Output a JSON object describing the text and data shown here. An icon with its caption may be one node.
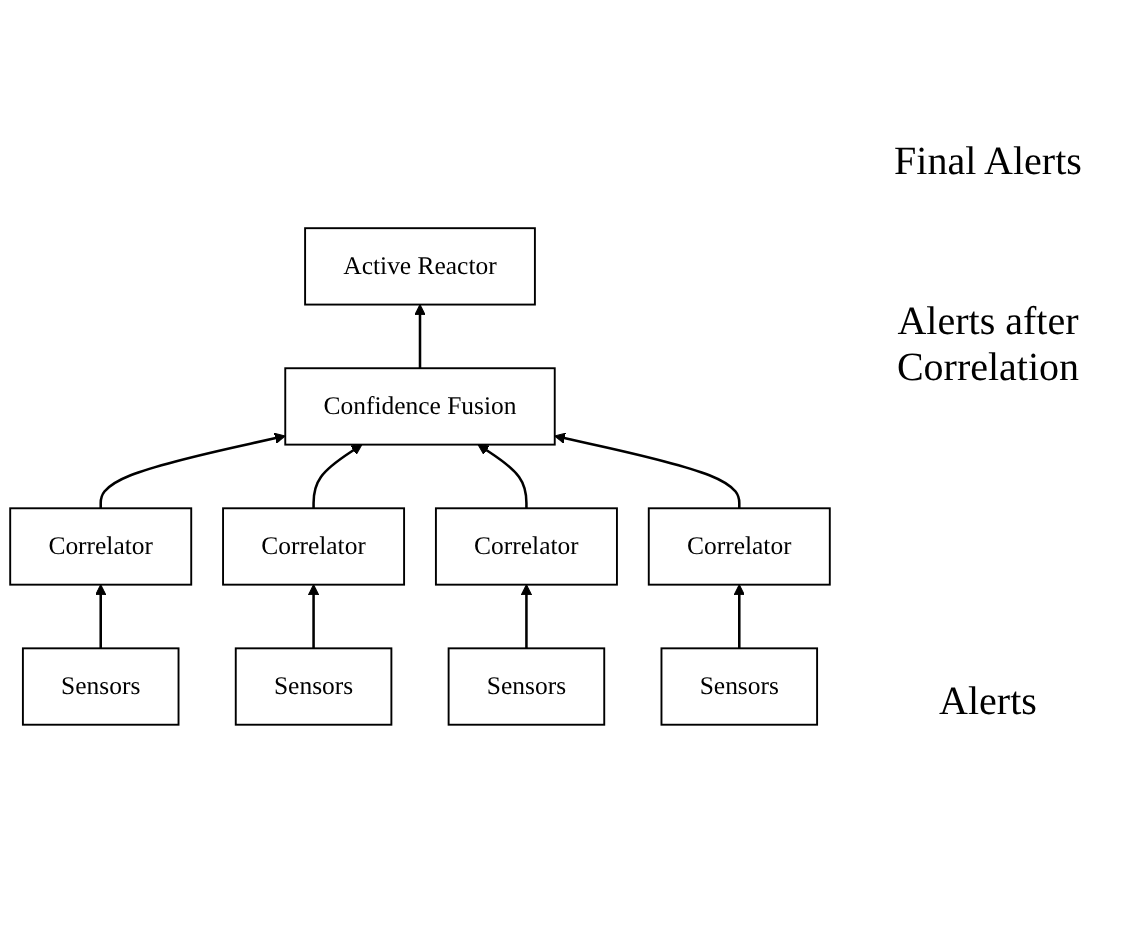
{
  "diagram": {
    "nodes": [
      {
        "text": [
          "Active Reactor"
        ]
      },
      {
        "text": [
          "Confidence Fusion"
        ]
      },
      {
        "text": [
          "Correlator"
        ]
      },
      {
        "text": [
          "Correlator"
        ]
      },
      {
        "text": [
          "Correlator"
        ]
      },
      {
        "text": [
          "Correlator"
        ]
      },
      {
        "text": [
          "Sensors"
        ]
      },
      {
        "text": [
          "Sensors"
        ]
      },
      {
        "text": [
          "Sensors"
        ]
      },
      {
        "text": [
          "Sensors"
        ]
      }
    ],
    "edges": [
      {
        "from": 1,
        "to": 0,
        "arrow": "to"
      },
      {
        "from": 2,
        "to": 1,
        "arrow": "to"
      },
      {
        "from": 3,
        "to": 1,
        "arrow": "to"
      },
      {
        "from": 4,
        "to": 1,
        "arrow": "to"
      },
      {
        "from": 5,
        "to": 1,
        "arrow": "to"
      },
      {
        "from": 6,
        "to": 2,
        "arrow": "to"
      },
      {
        "from": 7,
        "to": 3,
        "arrow": "to"
      },
      {
        "from": 8,
        "to": 4,
        "arrow": "to"
      },
      {
        "from": 9,
        "to": 5,
        "arrow": "to"
      }
    ],
    "labels": [
      "Final Alerts",
      "Alerts after Correlation",
      "Alerts"
    ]
  }
}
